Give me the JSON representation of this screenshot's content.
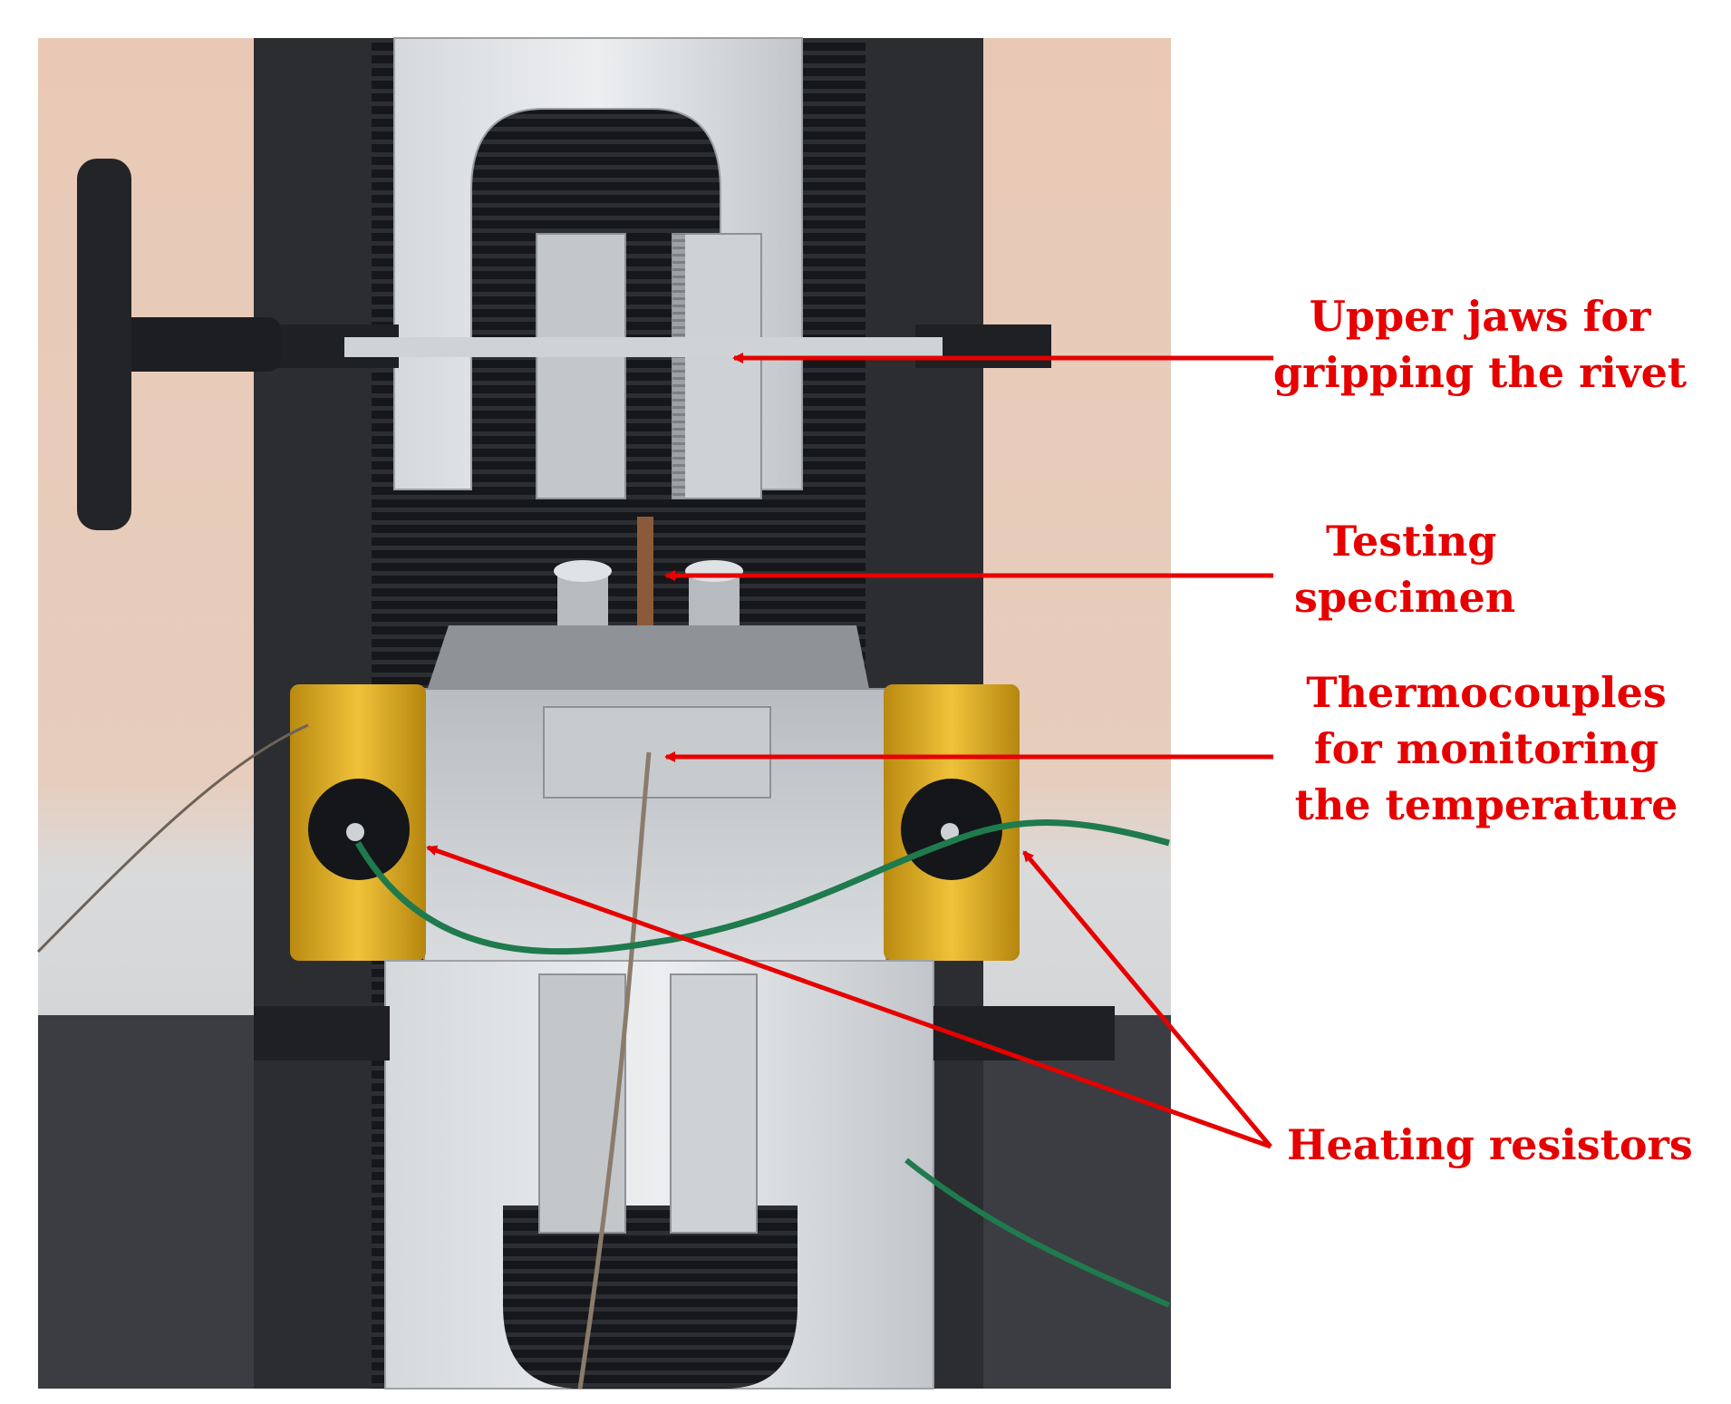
{
  "annotations": {
    "upper_jaws": [
      "Upper jaws for",
      "gripping the rivet"
    ],
    "specimen": [
      "Testing",
      "specimen"
    ],
    "thermocouples": [
      "Thermocouples",
      "for monitoring",
      "the temperature"
    ],
    "heating_resistors": [
      "Heating resistors"
    ]
  },
  "colors": {
    "annotation": "#e60000",
    "heater_gold": "#d4a017",
    "wire_green": "#1f7a4d",
    "aluminum": "#c9cdd1",
    "frame_dark": "#2b2d31"
  }
}
